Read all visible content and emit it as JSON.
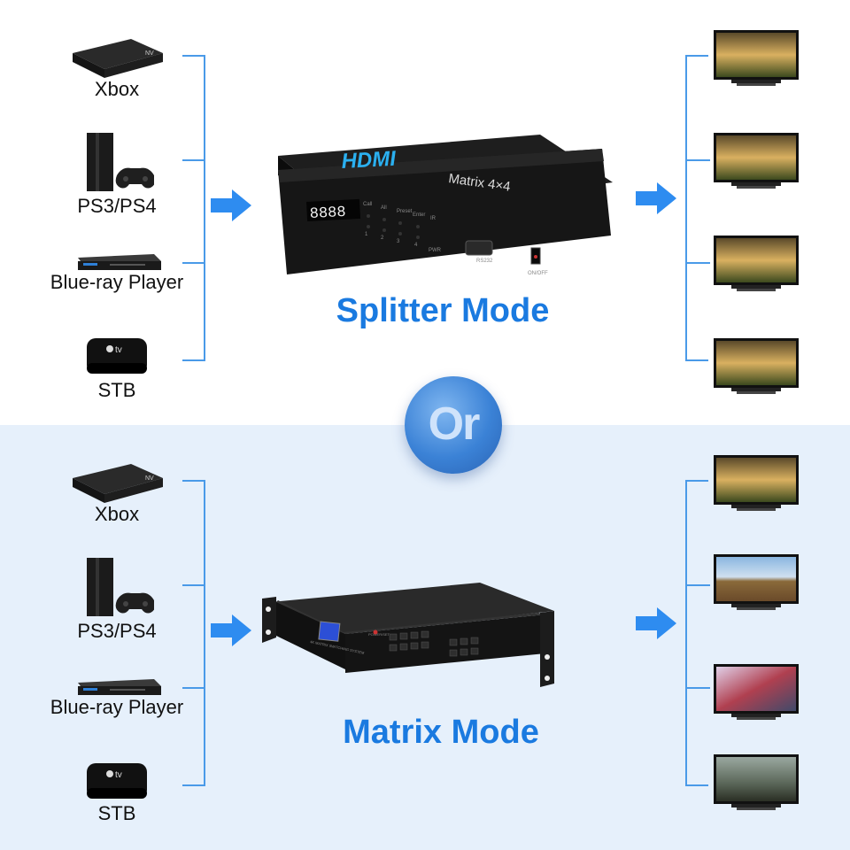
{
  "sources_top": [
    {
      "label": "Xbox",
      "icon": "game-console-icon"
    },
    {
      "label": "PS3/PS4",
      "icon": "playstation-icon"
    },
    {
      "label": "Blue-ray Player",
      "icon": "bluray-player-icon"
    },
    {
      "label": "STB",
      "icon": "apple-tv-icon"
    }
  ],
  "sources_bottom": [
    {
      "label": "Xbox",
      "icon": "game-console-icon"
    },
    {
      "label": "PS3/PS4",
      "icon": "playstation-icon"
    },
    {
      "label": "Blue-ray Player",
      "icon": "bluray-player-icon"
    },
    {
      "label": "STB",
      "icon": "apple-tv-icon"
    }
  ],
  "splitter": {
    "mode_title": "Splitter Mode",
    "device_brand": "HDMI",
    "device_model": "Matrix 4×4",
    "display": "8888",
    "button_labels": [
      "Call",
      "All",
      "Preset",
      "Enter",
      "IR"
    ],
    "button_numbers": [
      "1",
      "2",
      "3",
      "4"
    ],
    "pwr_label": "PWR",
    "port_label": "RS232",
    "switch_label": "ON/OFF"
  },
  "matrix": {
    "mode_title": "Matrix Mode",
    "device_caption": "4K MATRIX SWITCHING SYSTEM",
    "power_label": "POWER/SET"
  },
  "or_label": "Or",
  "colors": {
    "accent": "#1a7ae0",
    "arrow": "#2e8cf0",
    "bottom_bg": "#e6f0fb"
  }
}
